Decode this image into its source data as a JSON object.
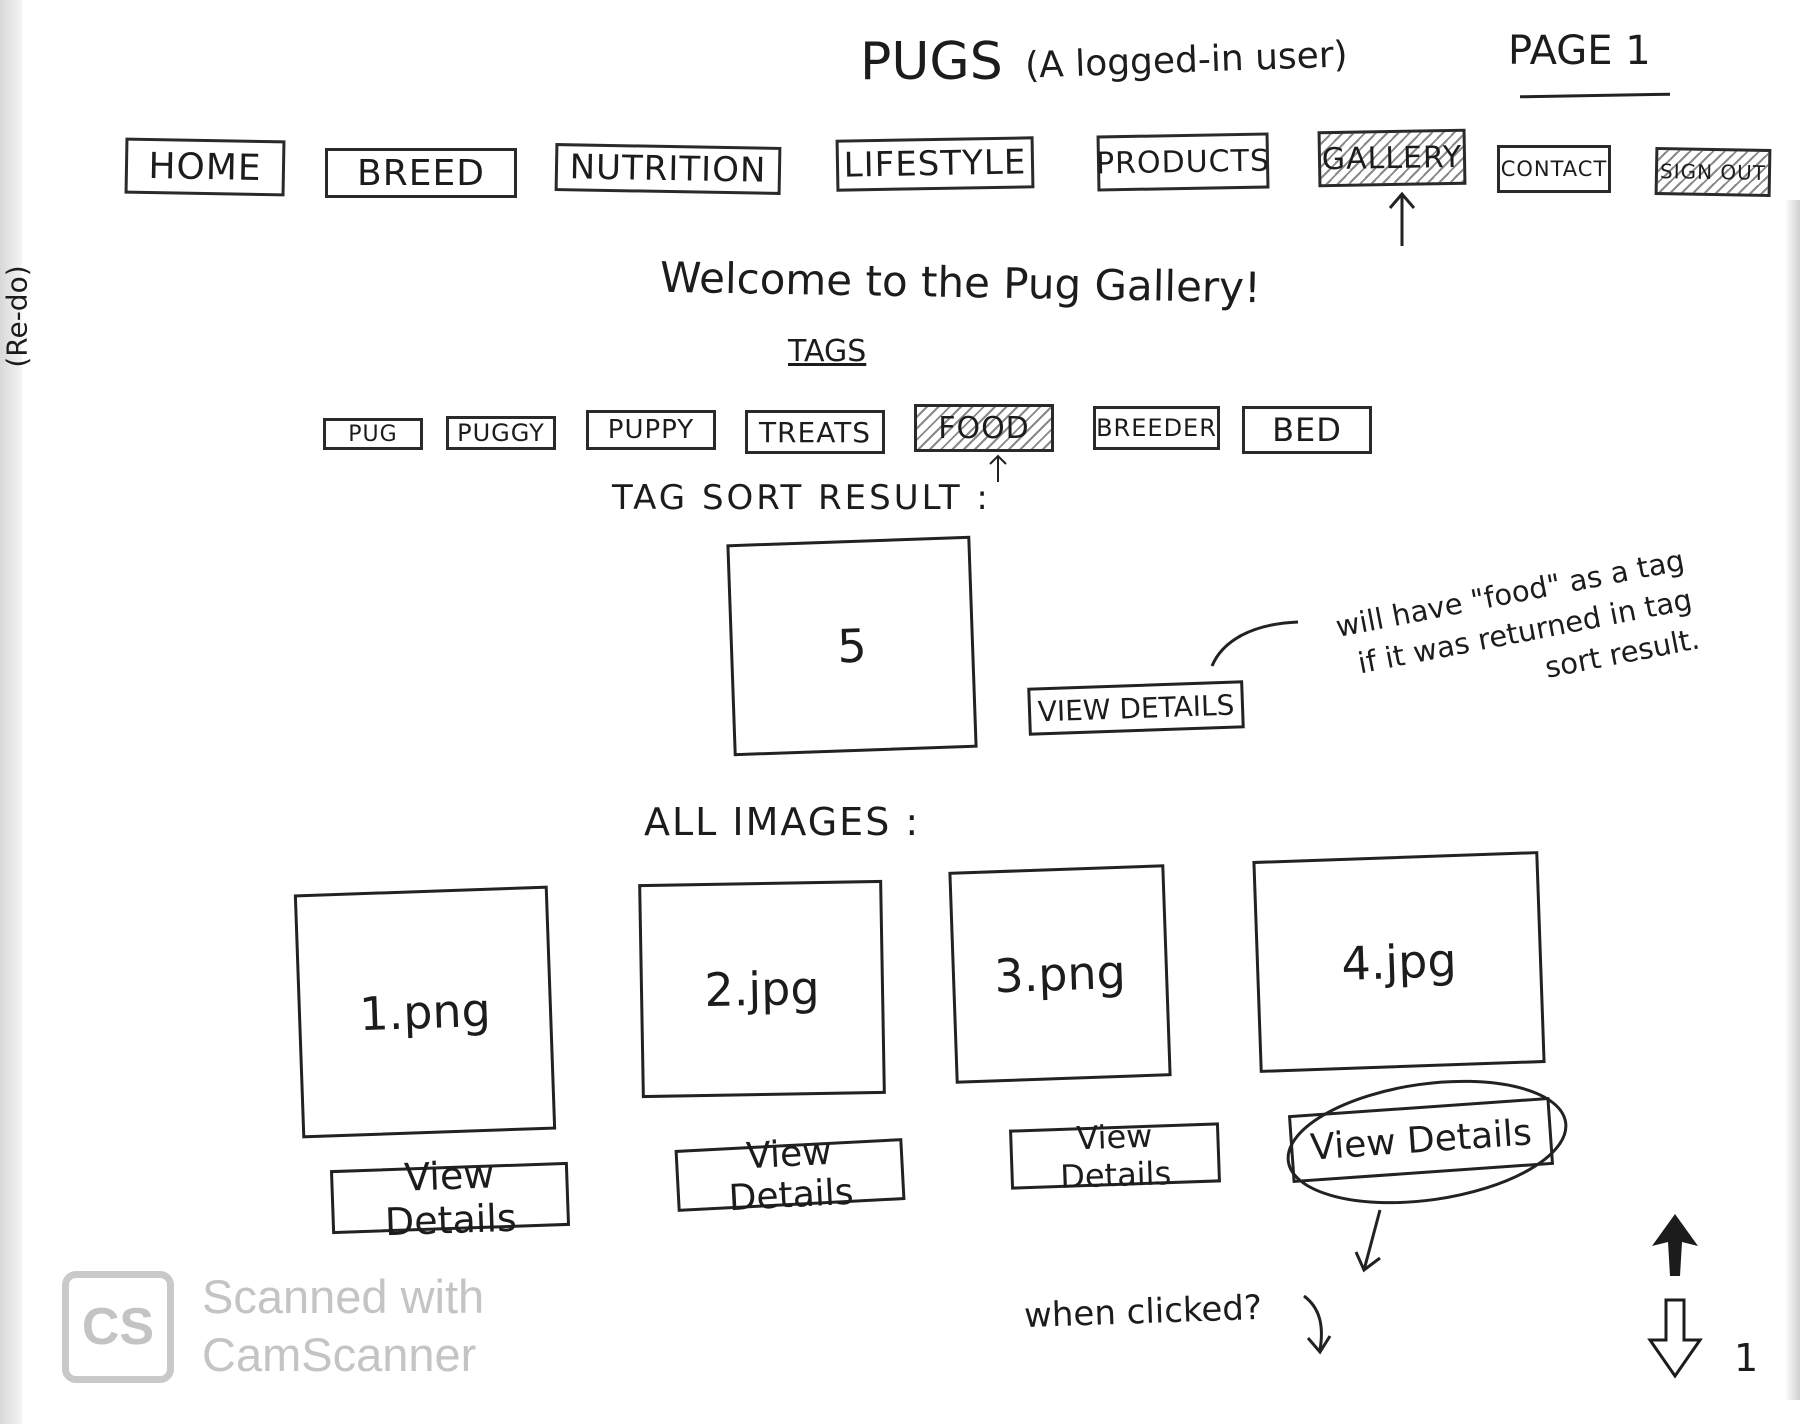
{
  "header": {
    "title": "PUGS",
    "subtitle": "(A logged-in user)",
    "page_label": "PAGE 1",
    "side_note": "(Re-do)"
  },
  "nav": {
    "items": [
      {
        "label": "HOME"
      },
      {
        "label": "BREED"
      },
      {
        "label": "NUTRITION"
      },
      {
        "label": "LIFESTYLE"
      },
      {
        "label": "PRODUCTS"
      },
      {
        "label": "GALLERY",
        "active": true
      },
      {
        "label": "CONTACT"
      },
      {
        "label": "SIGN OUT"
      }
    ]
  },
  "main": {
    "welcome": "Welcome to the Pug Gallery!",
    "tags_heading": "TAGS",
    "tags": [
      {
        "label": "PUG"
      },
      {
        "label": "PUGGY"
      },
      {
        "label": "PUPPY"
      },
      {
        "label": "TREATS"
      },
      {
        "label": "FOOD",
        "selected": true
      },
      {
        "label": "BREEDER"
      },
      {
        "label": "BED"
      }
    ],
    "tag_sort_heading": "TAG SORT RESULT :",
    "result": {
      "image_label": "5",
      "button_label": "VIEW DETAILS",
      "annotation": "will have \"food\" as a tag if it was returned in tag sort result."
    },
    "all_images_heading": "ALL IMAGES :",
    "images": [
      {
        "name": "1.png",
        "button_label": "View Details"
      },
      {
        "name": "2.jpg",
        "button_label": "View Details"
      },
      {
        "name": "3.png",
        "button_label": "View Details"
      },
      {
        "name": "4.jpg",
        "button_label": "View Details"
      }
    ],
    "click_note": "when clicked?",
    "page_number": "1"
  },
  "watermark": {
    "logo_text": "CS",
    "line1": "Scanned with",
    "line2": "CamScanner"
  }
}
